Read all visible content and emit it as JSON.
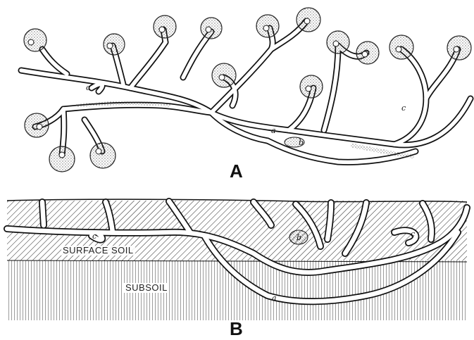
{
  "panels": {
    "a": {
      "label": "A"
    },
    "b": {
      "label": "B"
    }
  },
  "layers": {
    "surface_soil": "SURFACE SOIL",
    "subsoil": "SUBSOIL"
  },
  "markers": {
    "a": "a",
    "b": "b",
    "c": "c"
  },
  "colors": {
    "ink": "#111111",
    "paper": "#ffffff"
  }
}
